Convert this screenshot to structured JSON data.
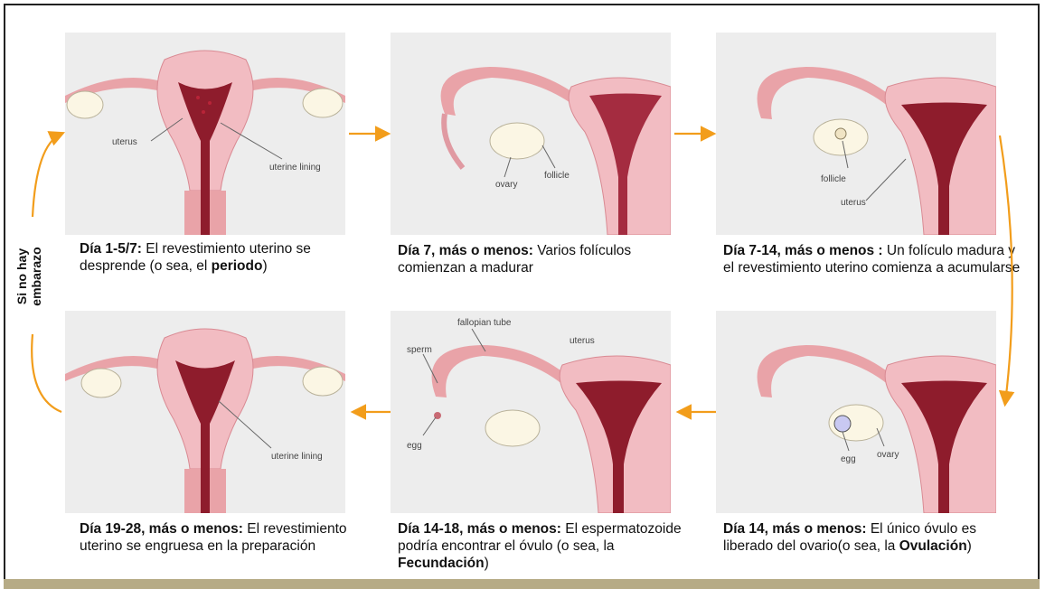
{
  "side_label": {
    "line1": "Si no hay",
    "line2": "embarazo"
  },
  "accent_color": "#f29d1b",
  "panels": [
    {
      "labels": {
        "uterus": "uterus",
        "lining": "uterine lining"
      },
      "caption": {
        "bold": "Día 1-5/7:",
        "text1": " El revestimiento uterino se desprende (o sea, el ",
        "bold2": "periodo",
        "text2": ")"
      }
    },
    {
      "labels": {
        "ovary": "ovary",
        "follicle": "follicle"
      },
      "caption": {
        "bold": "Día 7, más o menos:",
        "text1": " Varios folículos comienzan a madurar"
      }
    },
    {
      "labels": {
        "follicle": "follicle",
        "uterus": "uterus"
      },
      "caption": {
        "bold": "Día 7-14, más o menos :",
        "text1": " Un folículo madura y el revestimiento uterino comienza a acumularse"
      }
    },
    {
      "labels": {
        "egg": "egg",
        "ovary": "ovary"
      },
      "caption": {
        "bold": "Día 14, más o menos:",
        "text1": " El único óvulo es liberado del ovario(o sea, la ",
        "bold2": "Ovulación",
        "text2": ")"
      }
    },
    {
      "labels": {
        "fallopian": "fallopian tube",
        "uterus": "uterus",
        "sperm": "sperm",
        "egg": "egg"
      },
      "caption": {
        "bold": "Día 14-18, más o menos:",
        "text1": " El espermatozoide podría encontrar el óvulo (o sea, la ",
        "bold2": "Fecundación",
        "text2": ")"
      }
    },
    {
      "labels": {
        "lining": "uterine lining"
      },
      "caption": {
        "bold": "Día 19-28, más o menos:",
        "text1": " El revestimiento uterino se engruesa en la preparación"
      }
    }
  ]
}
